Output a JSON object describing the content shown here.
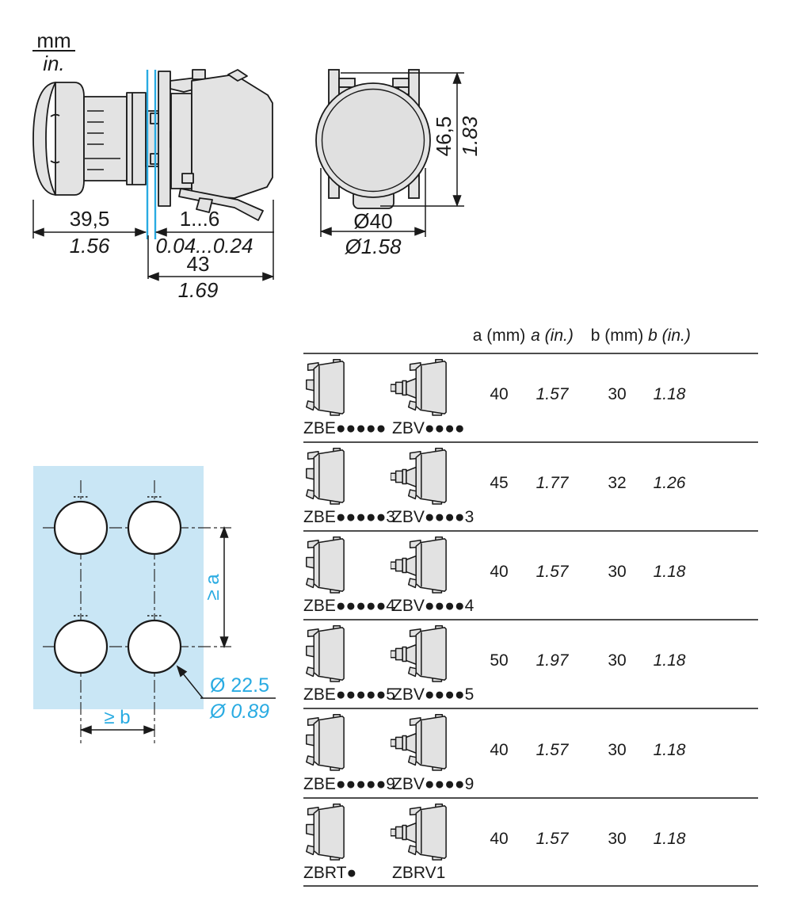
{
  "units": {
    "top": "mm",
    "bottom": "in."
  },
  "side_view": {
    "width_mm": "39,5",
    "width_in": "1.56",
    "panel_mm": "1...6",
    "panel_in": "0.04...0.24",
    "depth_mm": "43",
    "depth_in": "1.69"
  },
  "front_view": {
    "height_mm": "46,5",
    "height_in": "1.83",
    "diameter_mm": "Ø40",
    "diameter_in": "Ø1.58"
  },
  "cutout": {
    "vertical_spacing": "≥ a",
    "horizontal_spacing": "≥ b",
    "hole_mm": "Ø 22.5",
    "hole_in": "Ø 0.89"
  },
  "table": {
    "headers": [
      "a (mm)",
      "a (in.)",
      "b (mm)",
      "b (in.)"
    ],
    "rows": [
      {
        "ref_zbe": "ZBE●●●●●",
        "ref_zbv": "ZBV●●●●",
        "a_mm": "40",
        "a_in": "1.57",
        "b_mm": "30",
        "b_in": "1.18"
      },
      {
        "ref_zbe": "ZBE●●●●●3",
        "ref_zbv": "ZBV●●●●3",
        "a_mm": "45",
        "a_in": "1.77",
        "b_mm": "32",
        "b_in": "1.26"
      },
      {
        "ref_zbe": "ZBE●●●●●4",
        "ref_zbv": "ZBV●●●●4",
        "a_mm": "40",
        "a_in": "1.57",
        "b_mm": "30",
        "b_in": "1.18"
      },
      {
        "ref_zbe": "ZBE●●●●●5",
        "ref_zbv": "ZBV●●●●5",
        "a_mm": "50",
        "a_in": "1.97",
        "b_mm": "30",
        "b_in": "1.18"
      },
      {
        "ref_zbe": "ZBE●●●●●9",
        "ref_zbv": "ZBV●●●●9",
        "a_mm": "40",
        "a_in": "1.57",
        "b_mm": "30",
        "b_in": "1.18"
      },
      {
        "ref_zbe": "ZBRT●",
        "ref_zbv": "ZBRV1",
        "a_mm": "40",
        "a_in": "1.57",
        "b_mm": "30",
        "b_in": "1.18"
      }
    ]
  },
  "colors": {
    "accent_cyan": "#29ABE2",
    "panel_blue": "#C9E6F5",
    "drawing_gray": "#E2E2E2"
  }
}
